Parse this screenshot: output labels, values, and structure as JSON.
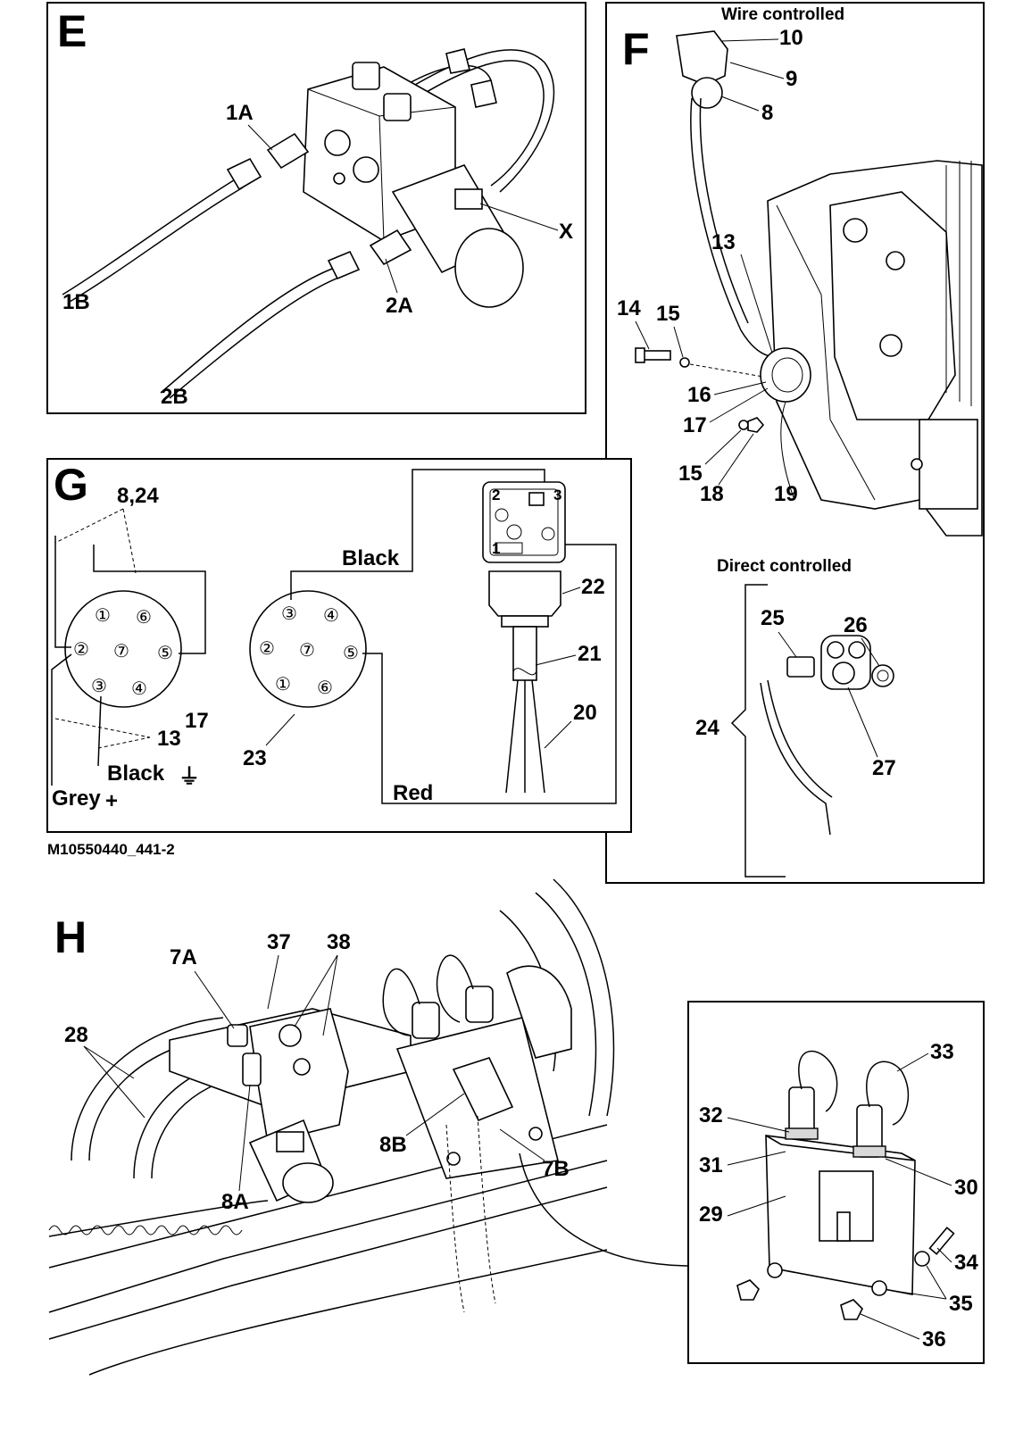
{
  "panels": {
    "E": {
      "letter": "E",
      "labels": {
        "l1A": "1A",
        "l1B": "1B",
        "l2A": "2A",
        "l2B": "2B",
        "lX": "X"
      }
    },
    "F": {
      "letter": "F",
      "caption_wire": "Wire controlled",
      "caption_direct": "Direct controlled",
      "labels": {
        "l10": "10",
        "l9": "9",
        "l8": "8",
        "l13": "13",
        "l14": "14",
        "l15a": "15",
        "l16": "16",
        "l17": "17",
        "l15b": "15",
        "l18": "18",
        "l19": "19",
        "l25": "25",
        "l26": "26",
        "l24": "24",
        "l27": "27"
      }
    },
    "G": {
      "letter": "G",
      "labels": {
        "l824": "8,24",
        "l17": "17",
        "l13": "13",
        "l23": "23",
        "l22": "22",
        "l21": "21",
        "l20": "20"
      },
      "wires": {
        "black_top": "Black",
        "black_gnd": "Black",
        "grey": "Grey",
        "red": "Red"
      },
      "symbols": {
        "ground": "⏚",
        "plus": "+"
      },
      "connector_left_pins": [
        "①",
        "⑥",
        "②",
        "⑦",
        "⑤",
        "③",
        "④"
      ],
      "connector_right_pins": [
        "③",
        "④",
        "②",
        "⑦",
        "⑤",
        "①",
        "⑥"
      ],
      "plug_terminals": [
        "2",
        "1",
        "3"
      ]
    },
    "H": {
      "letter": "H",
      "labels": {
        "l7A": "7A",
        "l37": "37",
        "l38": "38",
        "l28": "28",
        "l8B": "8B",
        "l7B": "7B",
        "l8A": "8A",
        "l33": "33",
        "l32": "32",
        "l31": "31",
        "l30": "30",
        "l29": "29",
        "l34": "34",
        "l35": "35",
        "l36": "36"
      }
    }
  },
  "reference": "M10550440_441-2"
}
